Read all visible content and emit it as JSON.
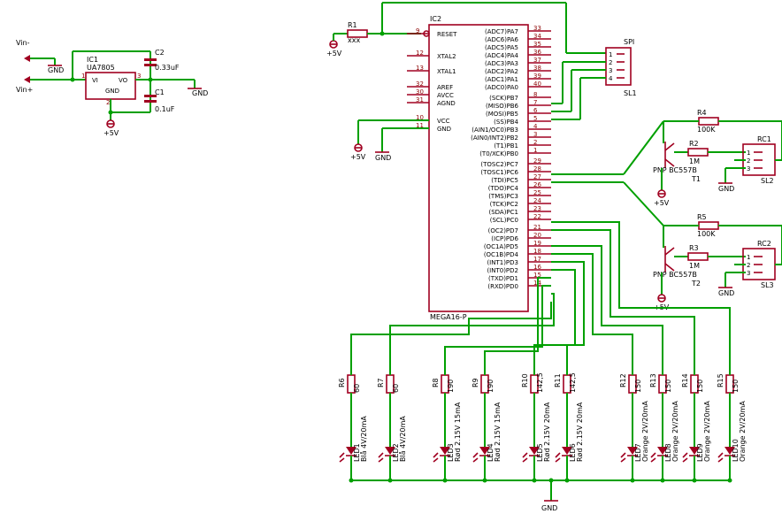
{
  "power": {
    "vin_minus": "Vin-",
    "vin_plus": "Vin+",
    "gnd": "GND",
    "p5v": "+5V"
  },
  "regulator": {
    "ref": "IC1",
    "part": "UA7805",
    "vi": "VI",
    "vo": "VO",
    "gnd": "GND",
    "pin1": "1",
    "pin2": "2",
    "pin3": "3"
  },
  "caps": [
    {
      "ref": "C2",
      "value": "0.33uF"
    },
    {
      "ref": "C1",
      "value": "0.1uF"
    }
  ],
  "r1": {
    "ref": "R1",
    "value": "xxx"
  },
  "mcu": {
    "ref": "IC2",
    "part": "MEGA16-P",
    "left_pins": [
      {
        "name": "RESET",
        "num": "9"
      },
      {
        "name": "XTAL2",
        "num": "12"
      },
      {
        "name": "XTAL1",
        "num": "13"
      },
      {
        "name": "AREF",
        "num": "32"
      },
      {
        "name": "AVCC",
        "num": "30"
      },
      {
        "name": "AGND",
        "num": "31"
      },
      {
        "name": "VCC",
        "num": "10"
      },
      {
        "name": "GND",
        "num": "11"
      }
    ],
    "right_pins": [
      {
        "name": "(ADC7)PA7",
        "num": "33"
      },
      {
        "name": "(ADC6)PA6",
        "num": "34"
      },
      {
        "name": "(ADC5)PA5",
        "num": "35"
      },
      {
        "name": "(ADC4)PA4",
        "num": "36"
      },
      {
        "name": "(ADC3)PA3",
        "num": "37"
      },
      {
        "name": "(ADC2)PA2",
        "num": "38"
      },
      {
        "name": "(ADC1)PA1",
        "num": "39"
      },
      {
        "name": "(ADC0)PA0",
        "num": "40"
      },
      {
        "name": "(SCK)PB7",
        "num": "8"
      },
      {
        "name": "(MISO)PB6",
        "num": "7"
      },
      {
        "name": "(MOSI)PB5",
        "num": "6"
      },
      {
        "name": "(SS)PB4",
        "num": "5"
      },
      {
        "name": "(AIN1/OC0)PB3",
        "num": "4"
      },
      {
        "name": "(AIN0/INT2)PB2",
        "num": "3"
      },
      {
        "name": "(T1)PB1",
        "num": "2"
      },
      {
        "name": "(T0/XCK)PB0",
        "num": "1"
      },
      {
        "name": "(TOSC2)PC7",
        "num": "29"
      },
      {
        "name": "(TOSC1)PC6",
        "num": "28"
      },
      {
        "name": "(TDI)PC5",
        "num": "27"
      },
      {
        "name": "(TDO)PC4",
        "num": "26"
      },
      {
        "name": "(TMS)PC3",
        "num": "25"
      },
      {
        "name": "(TCK)PC2",
        "num": "24"
      },
      {
        "name": "(SDA)PC1",
        "num": "23"
      },
      {
        "name": "(SCL)PC0",
        "num": "22"
      },
      {
        "name": "(OC2)PD7",
        "num": "21"
      },
      {
        "name": "(ICP)PD6",
        "num": "20"
      },
      {
        "name": "(OC1A)PD5",
        "num": "19"
      },
      {
        "name": "(OC1B)PD4",
        "num": "18"
      },
      {
        "name": "(INT1)PD3",
        "num": "17"
      },
      {
        "name": "(INT0)PD2",
        "num": "16"
      },
      {
        "name": "(TXD)PD1",
        "num": "15"
      },
      {
        "name": "(RXD)PD0",
        "num": "14"
      }
    ]
  },
  "spi": {
    "ref": "SPI",
    "name": "SL1",
    "pins": [
      "1",
      "2",
      "3",
      "4"
    ]
  },
  "drivers": [
    {
      "rb": "R4",
      "rb_val": "100K",
      "rl": "R2",
      "rl_val": "1M",
      "t_label": "PNP BC557B",
      "t_ref": "T1",
      "rc": "RC1",
      "sl": "SL2",
      "p5v": "+5V",
      "gnd": "GND",
      "pins": [
        "1",
        "2",
        "3"
      ]
    },
    {
      "rb": "R5",
      "rb_val": "100K",
      "rl": "R3",
      "rl_val": "1M",
      "t_label": "PNP BC557B",
      "t_ref": "T2",
      "rc": "RC2",
      "sl": "SL3",
      "p5v": "+5V",
      "gnd": "GND",
      "pins": [
        "1",
        "2",
        "3"
      ]
    }
  ],
  "leds": [
    {
      "r": "R6",
      "rv": "60",
      "led": "LED1",
      "desc": "Blå 4V/20mA"
    },
    {
      "r": "R7",
      "rv": "60",
      "led": "LED2",
      "desc": "Blå 4V/20mA"
    },
    {
      "r": "R8",
      "rv": "190",
      "led": "LED3",
      "desc": "Rød 2.15V 15mA"
    },
    {
      "r": "R9",
      "rv": "190",
      "led": "LED4",
      "desc": "Rød 2.15V 15mA"
    },
    {
      "r": "R10",
      "rv": "142,5",
      "led": "LED5",
      "desc": "Rød 2.15V 20mA"
    },
    {
      "r": "R11",
      "rv": "142,5",
      "led": "LED6",
      "desc": "Rød 2.15V 20mA"
    },
    {
      "r": "R12",
      "rv": "150",
      "led": "LED7",
      "desc": "Orange 2V/20mA"
    },
    {
      "r": "R13",
      "rv": "150",
      "led": "LED8",
      "desc": "Orange 2V/20mA"
    },
    {
      "r": "R14",
      "rv": "150",
      "led": "LED9",
      "desc": "Orange 2V/20mA"
    },
    {
      "r": "R15",
      "rv": "150",
      "led": "LED10",
      "desc": "Orange 2V/20mA"
    }
  ],
  "bottom_gnd": "GND"
}
